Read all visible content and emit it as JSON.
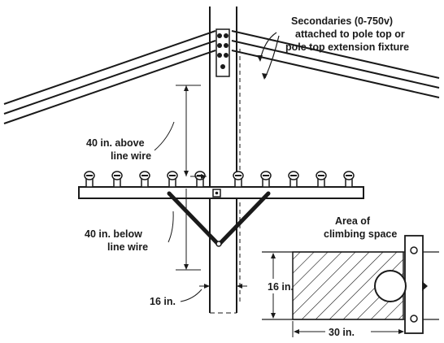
{
  "labels": {
    "secondaries_line1": "Secondaries (0-750v)",
    "secondaries_line2": "attached to pole top or",
    "secondaries_line3": "pole top extension fixture",
    "above_line1": "40 in. above",
    "above_line2": "line wire",
    "below_line1": "40 in. below",
    "below_line2": "line wire",
    "pole_width": "16 in.",
    "area_line1": "Area of",
    "area_line2": "climbing space",
    "inset_height": "16 in.",
    "inset_width": "30 in."
  }
}
